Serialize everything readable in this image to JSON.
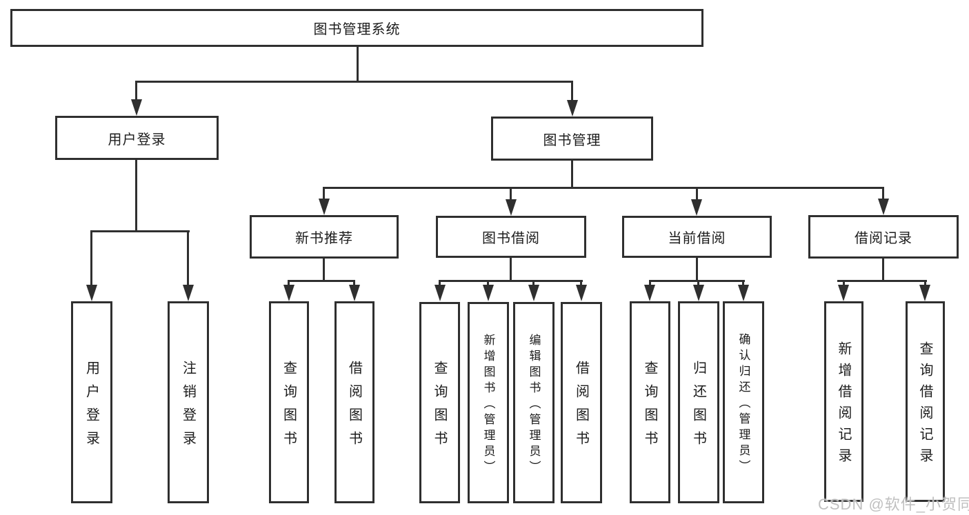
{
  "diagram": {
    "title": "图书管理系统",
    "line_color": "#2f2f2f",
    "text_color": "#1c1c1c",
    "background": "#ffffff",
    "nodes": {
      "root": {
        "label": "图书管理系统"
      },
      "userLogin": {
        "label": "用户登录"
      },
      "bookMgmt": {
        "label": "图书管理"
      },
      "newBookRec": {
        "label": "新书推荐"
      },
      "bookBorrow": {
        "label": "图书借阅"
      },
      "currentBorrow": {
        "label": "当前借阅"
      },
      "borrowRecords": {
        "label": "借阅记录"
      },
      "leafUserLogin": {
        "label": "用户登录"
      },
      "leafLogout": {
        "label": "注销登录"
      },
      "leafQueryBook1": {
        "label": "查询图书"
      },
      "leafBorrowBook1": {
        "label": "借阅图书"
      },
      "leafQueryBook2": {
        "label": "查询图书"
      },
      "leafAddBook": {
        "label": "新增图书（管理员）"
      },
      "leafEditBook": {
        "label": "编辑图书（管理员）"
      },
      "leafBorrowBook2": {
        "label": "借阅图书"
      },
      "leafQueryBook3": {
        "label": "查询图书"
      },
      "leafReturnBook": {
        "label": "归还图书"
      },
      "leafConfirmReturn": {
        "label": "确认归还（管理员）"
      },
      "leafAddRecord": {
        "label": "新增借阅记录"
      },
      "leafQueryRecord": {
        "label": "查询借阅记录"
      }
    },
    "hierarchy": {
      "图书管理系统": {
        "用户登录": [
          "用户登录",
          "注销登录"
        ],
        "图书管理": {
          "新书推荐": [
            "查询图书",
            "借阅图书"
          ],
          "图书借阅": [
            "查询图书",
            "新增图书（管理员）",
            "编辑图书（管理员）",
            "借阅图书"
          ],
          "当前借阅": [
            "查询图书",
            "归还图书",
            "确认归还（管理员）"
          ],
          "借阅记录": [
            "新增借阅记录",
            "查询借阅记录"
          ]
        }
      }
    }
  },
  "watermark": {
    "text": "CSDN @软件_小贺同学",
    "color": "#b9b9b9"
  }
}
